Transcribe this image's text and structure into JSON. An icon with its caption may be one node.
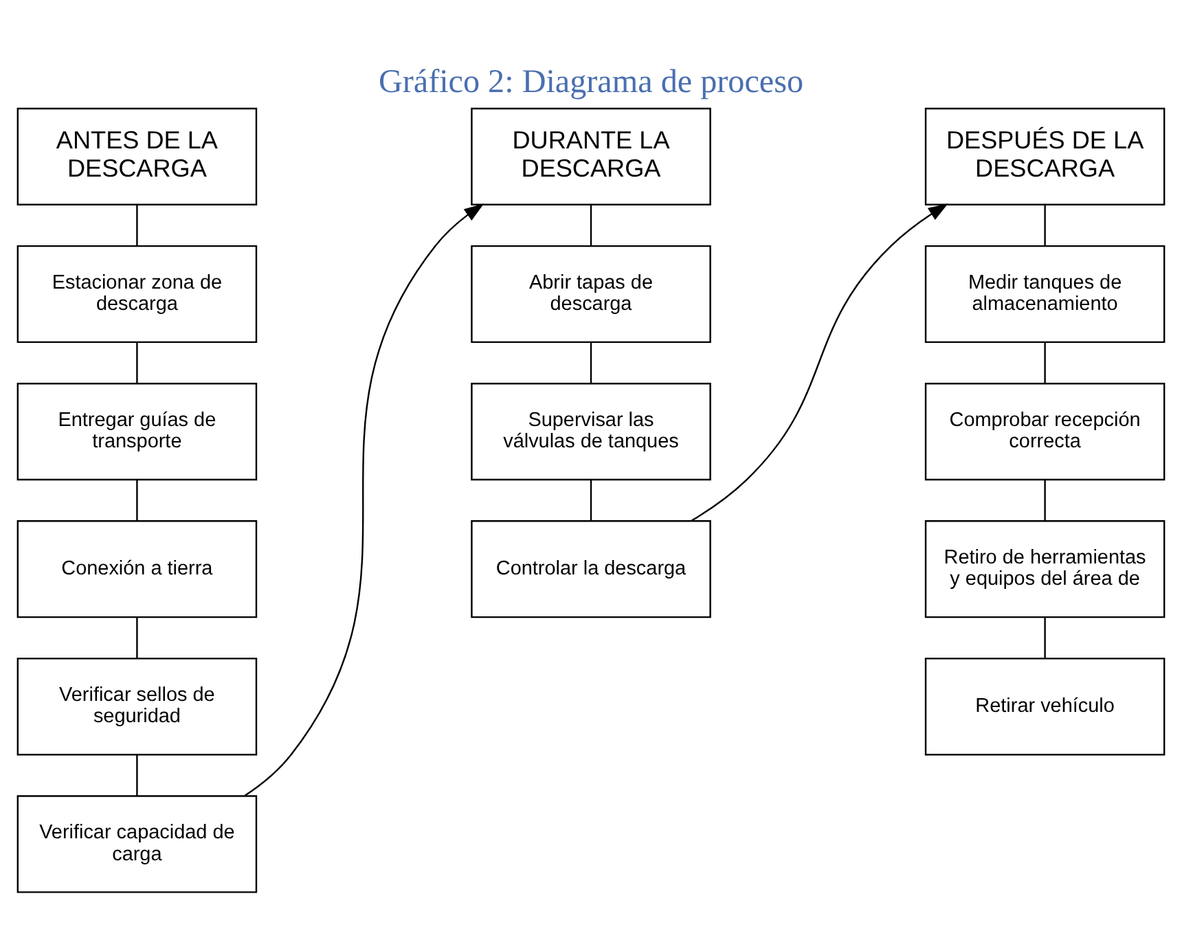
{
  "diagram": {
    "title": "Gráfico 2: Diagrama de proceso",
    "nodes": [
      {
        "text": [
          "ANTES DE LA DESCARGA"
        ]
      },
      {
        "text": [
          "Estacionar zona de descarga"
        ]
      },
      {
        "text": [
          "Entregar guías de transporte"
        ]
      },
      {
        "text": [
          "Conexión a tierra"
        ]
      },
      {
        "text": [
          "Verificar sellos de seguridad"
        ]
      },
      {
        "text": [
          "Verificar capacidad de carga"
        ]
      },
      {
        "text": [
          "DURANTE LA DESCARGA"
        ]
      },
      {
        "text": [
          "Abrir tapas de descarga"
        ]
      },
      {
        "text": [
          "Supervisar las válvulas de tanques"
        ]
      },
      {
        "text": [
          "Controlar la descarga"
        ]
      },
      {
        "text": [
          "DESPUÉS DE LA DESCARGA"
        ]
      },
      {
        "text": [
          "Medir tanques de almacenamiento"
        ]
      },
      {
        "text": [
          "Comprobar recepción correcta"
        ]
      },
      {
        "text": [
          "Retiro de herramientas y equipos del área de"
        ]
      },
      {
        "text": [
          "Retirar vehículo"
        ]
      }
    ],
    "edges": [
      {
        "from": 0,
        "to": 1,
        "arrow": "none"
      },
      {
        "from": 1,
        "to": 2,
        "arrow": "none"
      },
      {
        "from": 2,
        "to": 3,
        "arrow": "none"
      },
      {
        "from": 3,
        "to": 4,
        "arrow": "none"
      },
      {
        "from": 4,
        "to": 5,
        "arrow": "none"
      },
      {
        "from": 5,
        "to": 6,
        "arrow": "to"
      },
      {
        "from": 6,
        "to": 7,
        "arrow": "none"
      },
      {
        "from": 7,
        "to": 8,
        "arrow": "none"
      },
      {
        "from": 8,
        "to": 9,
        "arrow": "none"
      },
      {
        "from": 9,
        "to": 10,
        "arrow": "to"
      },
      {
        "from": 10,
        "to": 11,
        "arrow": "none"
      },
      {
        "from": 11,
        "to": 12,
        "arrow": "none"
      },
      {
        "from": 12,
        "to": 13,
        "arrow": "none"
      },
      {
        "from": 13,
        "to": 14,
        "arrow": "none"
      }
    ]
  }
}
